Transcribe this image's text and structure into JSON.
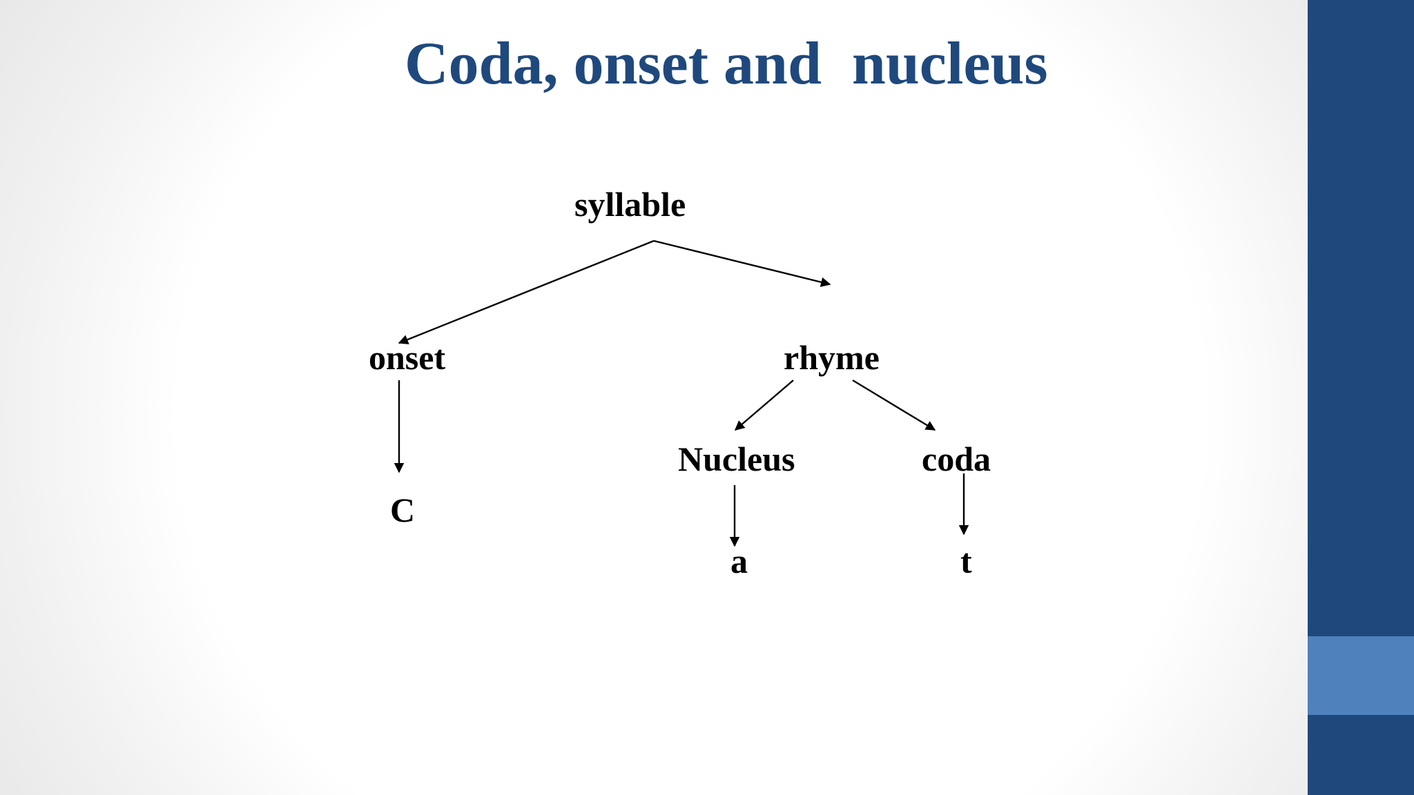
{
  "slide": {
    "title": "Coda, onset and  nucleus"
  },
  "tree": {
    "root": "syllable",
    "onset": "onset",
    "rhyme": "rhyme",
    "onset_child": "C",
    "nucleus": "Nucleus",
    "coda": "coda",
    "nucleus_child": "a",
    "coda_child": "t"
  },
  "colors": {
    "title": "#1f497d",
    "sidebar": "#1f497d",
    "sidebar_accent": "#4f81bd",
    "text": "#000000"
  }
}
